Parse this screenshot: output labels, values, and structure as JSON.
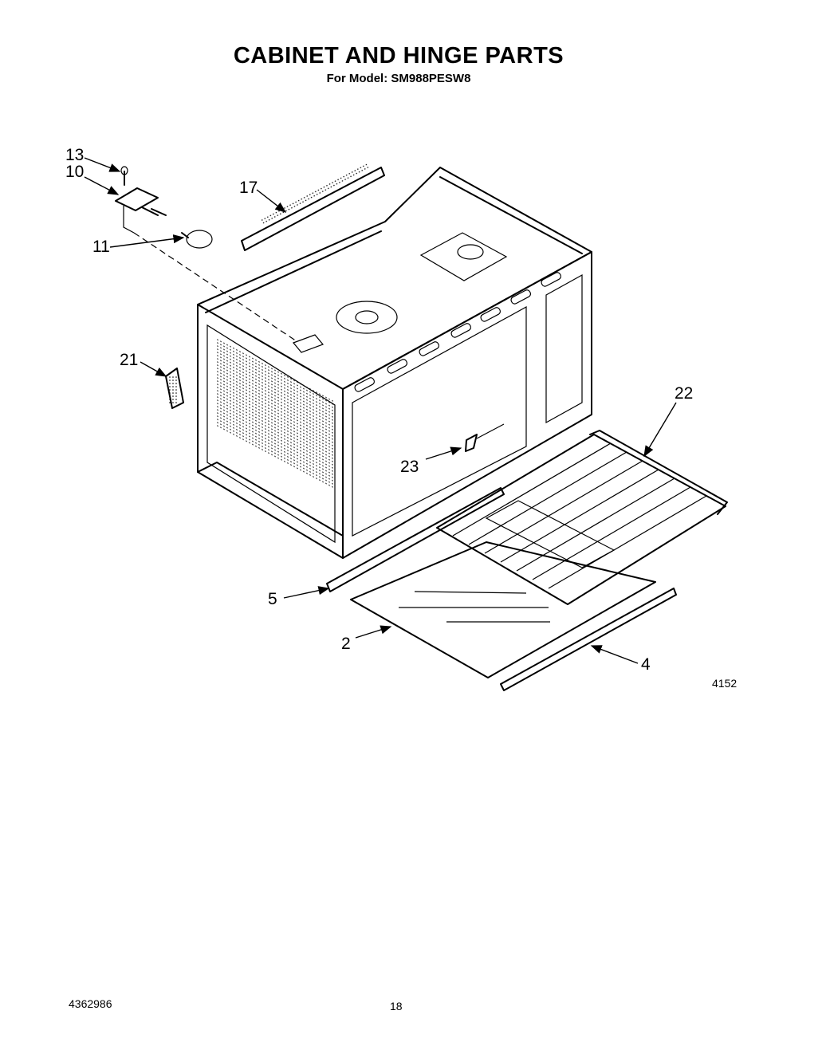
{
  "header": {
    "title": "CABINET AND HINGE PARTS",
    "subtitle": "For Model: SM988PESW8"
  },
  "callouts": [
    {
      "label": "13",
      "part": "screw"
    },
    {
      "label": "10",
      "part": "lamp-socket-bracket"
    },
    {
      "label": "11",
      "part": "lamp-bulb"
    },
    {
      "label": "17",
      "part": "top-strip"
    },
    {
      "label": "21",
      "part": "side-block"
    },
    {
      "label": "22",
      "part": "oven-rack"
    },
    {
      "label": "23",
      "part": "clip"
    },
    {
      "label": "5",
      "part": "left-trim"
    },
    {
      "label": "2",
      "part": "bottom-panel"
    },
    {
      "label": "4",
      "part": "right-trim"
    }
  ],
  "footer": {
    "figure_number": "4152",
    "document_number": "4362986",
    "page_number": "18"
  }
}
